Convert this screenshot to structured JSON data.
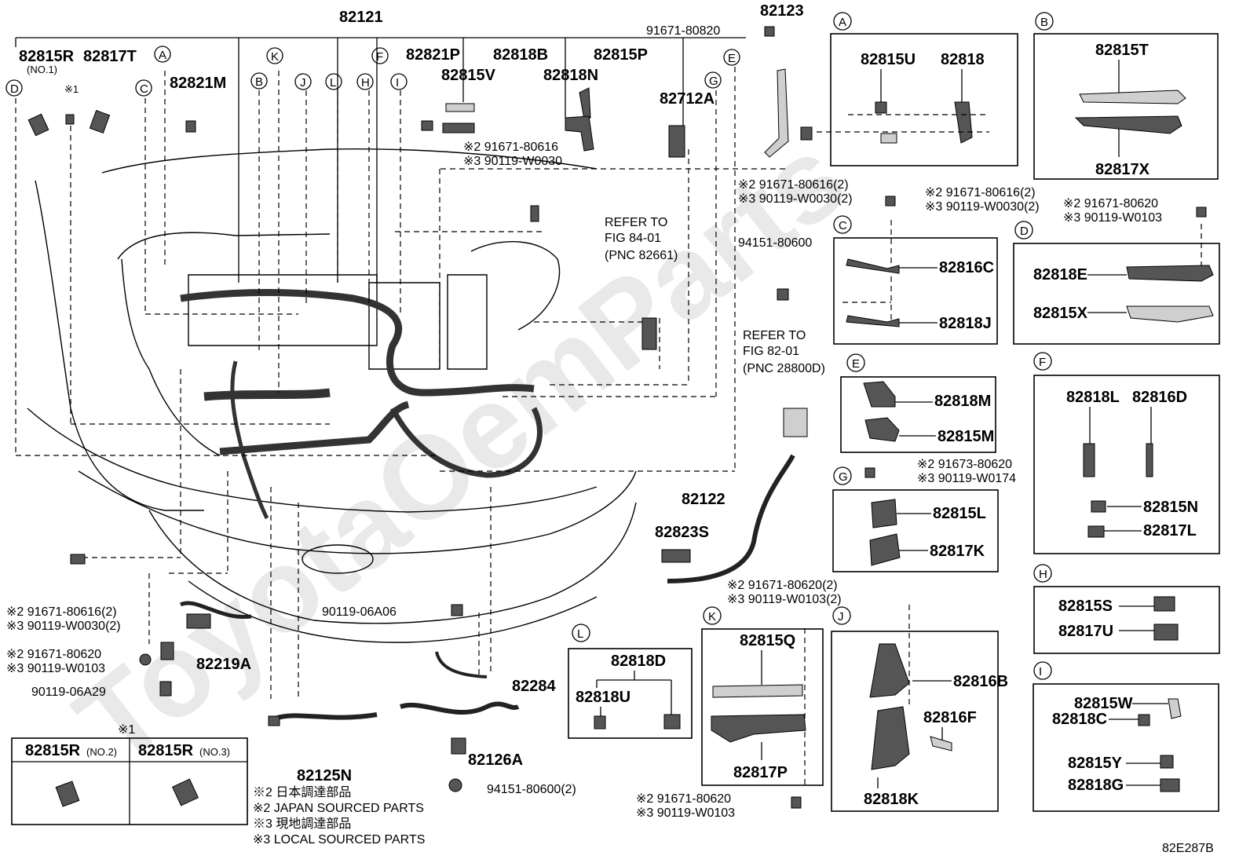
{
  "watermark": "ToyotaOemParts",
  "diagram_code": "82E287B",
  "main": {
    "labels": {
      "p82121": "82121",
      "p82123": "82123",
      "p91671_80820": "91671-80820",
      "p82815R_no1": "82815R",
      "p82815R_no1_sub": "(NO.1)",
      "p82817T": "82817T",
      "p82821M": "82821M",
      "p82821P": "82821P",
      "p82818B": "82818B",
      "p82815V": "82815V",
      "p82815P": "82815P",
      "p82818N": "82818N",
      "p82712A": "82712A",
      "ref1": "※1",
      "fastener_top_a": "※2 91671-80616",
      "fastener_top_b": "※3 90119-W0030",
      "fastener_123_a": "※2 91671-80616(2)",
      "fastener_123_b": "※3 90119-W0030(2)",
      "refer1_a": "REFER TO",
      "refer1_b": "FIG 84-01",
      "refer1_c": "(PNC 82661)",
      "p94151_80600": "94151-80600",
      "refer2_a": "REFER TO",
      "refer2_b": "FIG 82-01",
      "refer2_c": "(PNC 28800D)",
      "p82122": "82122",
      "p82823S": "82823S",
      "fastener_122_a": "※2 91671-80620(2)",
      "fastener_122_b": "※3 90119-W0103(2)",
      "fastener_left_a": "※2 91671-80616(2)",
      "fastener_left_b": "※3 90119-W0030(2)",
      "fastener_219_a": "※2 91671-80620",
      "fastener_219_b": "※3 90119-W0103",
      "p82219A": "82219A",
      "p90119_06A29": "90119-06A29",
      "p90119_06A06": "90119-06A06",
      "p82284": "82284",
      "p82125N": "82125N",
      "p82126A": "82126A",
      "p94151_80600_2": "94151-80600(2)"
    },
    "callouts": [
      "A",
      "B",
      "C",
      "D",
      "E",
      "F",
      "G",
      "H",
      "I",
      "J",
      "K",
      "L"
    ]
  },
  "note_box": {
    "title": "※1",
    "col1_label": "82815R",
    "col1_sub": "(NO.2)",
    "col2_label": "82815R",
    "col2_sub": "(NO.3)"
  },
  "notes": [
    "※2 日本調達部品",
    "※2 JAPAN SOURCED PARTS",
    "※3 現地調達部品",
    "※3 LOCAL SOURCED PARTS"
  ],
  "detail_boxes": {
    "A": {
      "letter": "A",
      "parts": [
        "82815U",
        "82818"
      ]
    },
    "B": {
      "letter": "B",
      "parts": [
        "82815T",
        "82817X"
      ]
    },
    "C": {
      "letter": "C",
      "parts": [
        "82816C",
        "82818J"
      ],
      "fastener": [
        "※2 91671-80616(2)",
        "※3 90119-W0030(2)"
      ]
    },
    "D": {
      "letter": "D",
      "parts": [
        "82818E",
        "82815X"
      ],
      "fastener": [
        "※2 91671-80620",
        "※3 90119-W0103"
      ]
    },
    "E": {
      "letter": "E",
      "parts": [
        "82818M",
        "82815M"
      ]
    },
    "F": {
      "letter": "F",
      "parts": [
        "82818L",
        "82816D",
        "82815N",
        "82817L"
      ]
    },
    "G": {
      "letter": "G",
      "parts": [
        "82815L",
        "82817K"
      ],
      "fastener": [
        "※2 91673-80620",
        "※3 90119-W0174"
      ]
    },
    "H": {
      "letter": "H",
      "parts": [
        "82815S",
        "82817U"
      ]
    },
    "I": {
      "letter": "I",
      "parts": [
        "82815W",
        "82818C",
        "82815Y",
        "82818G"
      ]
    },
    "J": {
      "letter": "J",
      "parts": [
        "82816B",
        "82816F",
        "82818K"
      ]
    },
    "K": {
      "letter": "K",
      "parts": [
        "82815Q",
        "82817P"
      ],
      "fastener": [
        "※2 91671-80620",
        "※3 90119-W0103"
      ]
    },
    "L": {
      "letter": "L",
      "parts": [
        "82818D",
        "82818U"
      ]
    }
  }
}
